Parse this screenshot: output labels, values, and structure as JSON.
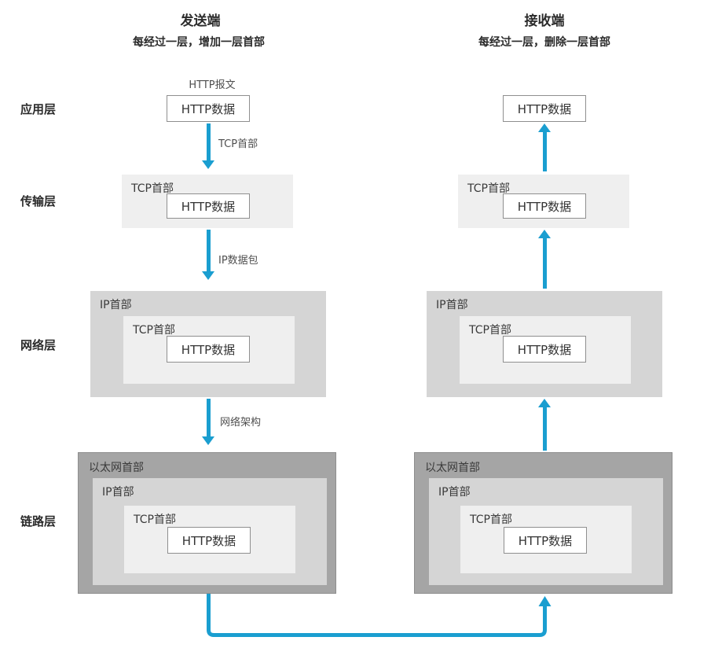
{
  "sender": {
    "title": "发送端",
    "subtitle": "每经过一层，增加一层首部",
    "message_label": "HTTP报文",
    "arrow_labels": {
      "to_transport": "TCP首部",
      "to_network": "IP数据包",
      "to_link": "网络架构"
    }
  },
  "receiver": {
    "title": "接收端",
    "subtitle": "每经过一层，删除一层首部"
  },
  "layers": [
    {
      "label": "应用层"
    },
    {
      "label": "传输层"
    },
    {
      "label": "网络层"
    },
    {
      "label": "链路层"
    }
  ],
  "boxes": {
    "http_data": "HTTP数据",
    "tcp_header": "TCP首部",
    "ip_header": "IP首部",
    "ethernet_header": "以太网首部"
  },
  "colors": {
    "arrow_blue": "#1a9ed0",
    "layer_light_gray": "#efefef",
    "layer_medium_gray": "#d5d5d5",
    "layer_dark_gray": "#a5a5a5",
    "text_dark": "#333333"
  }
}
